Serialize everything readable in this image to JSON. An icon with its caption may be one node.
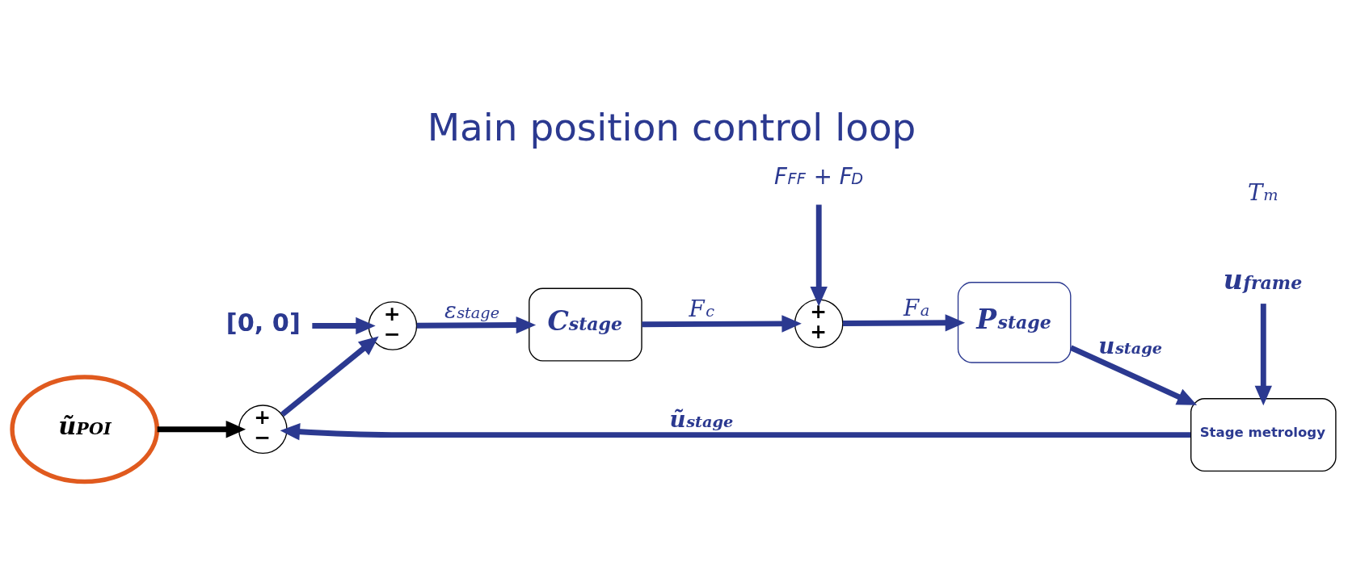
{
  "diagram": {
    "title": "Main position control loop",
    "nodes": [
      {
        "text": [
          "[0, 0]"
        ]
      },
      {
        "text": [
          "+",
          "−"
        ]
      },
      {
        "text": [
          "C$_{stage}$"
        ]
      },
      {
        "text": [
          "F$_{FF}$ + F$_{D}$"
        ]
      },
      {
        "text": [
          "+",
          "+"
        ]
      },
      {
        "text": [
          "P$_{stage}$"
        ]
      },
      {
        "text": [
          "u$_{frame}$"
        ]
      },
      {
        "text": [
          "Stage metrology"
        ]
      },
      {
        "text": [
          "+",
          "−"
        ]
      },
      {
        "text": [
          "ũ$_{POI}$"
        ]
      }
    ],
    "edges": [
      {
        "from": 0,
        "to": 1,
        "arrow": "to"
      },
      {
        "from": 1,
        "to": 2,
        "arrow": "to",
        "label": "ε$_{stage}$"
      },
      {
        "from": 2,
        "to": 4,
        "arrow": "to",
        "label": "F$_{c}$"
      },
      {
        "from": 3,
        "to": 4,
        "arrow": "to"
      },
      {
        "from": 4,
        "to": 5,
        "arrow": "to",
        "label": "F$_{a}$"
      },
      {
        "from": 5,
        "to": 7,
        "arrow": "to",
        "label": "u$_{stage}$"
      },
      {
        "from": 6,
        "to": 7,
        "arrow": "to"
      },
      {
        "from": 7,
        "to": 8,
        "arrow": "to",
        "label": "ũ$_{stage}$"
      },
      {
        "from": 9,
        "to": 8,
        "arrow": "to",
        "color": "#000000"
      },
      {
        "from": 8,
        "to": 1,
        "arrow": "to"
      }
    ],
    "labels": [
      "T$_{m}$"
    ]
  }
}
